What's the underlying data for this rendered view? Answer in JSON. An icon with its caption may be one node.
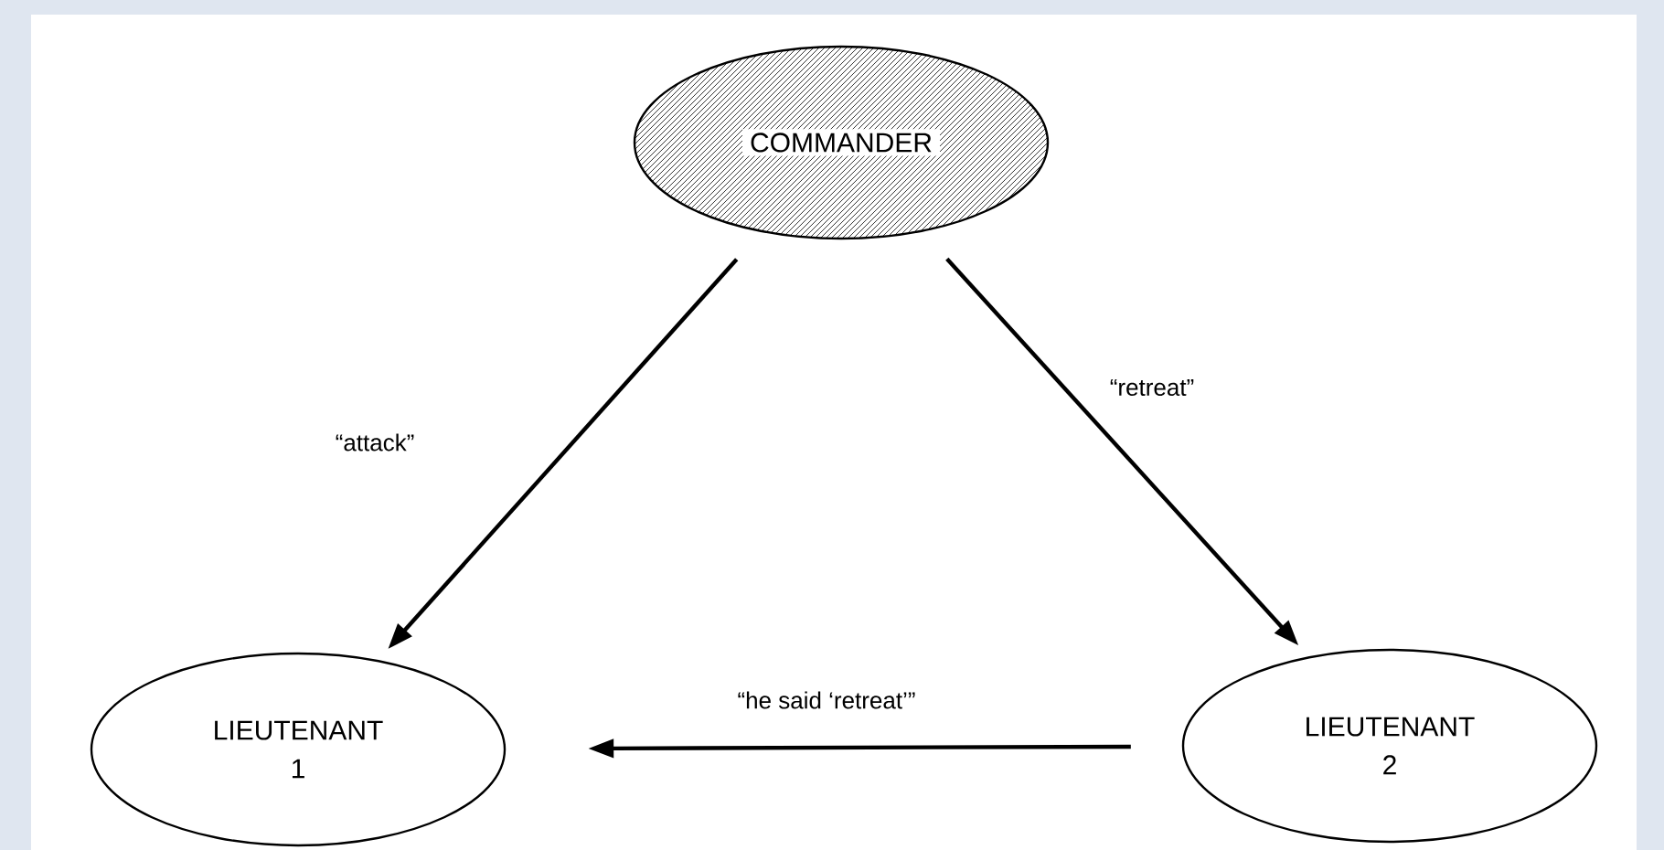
{
  "diagram": {
    "nodes": [
      {
        "text": [
          "COMMANDER"
        ]
      },
      {
        "text": [
          "LIEUTENANT 1"
        ]
      },
      {
        "text": [
          "LIEUTENANT 2"
        ]
      }
    ],
    "edges": [
      {
        "from": 0,
        "to": 1,
        "arrow": "to",
        "label": "“attack”"
      },
      {
        "from": 0,
        "to": 2,
        "arrow": "to",
        "label": "“retreat”"
      },
      {
        "from": 2,
        "to": 1,
        "arrow": "to",
        "label": "“he said ‘retreat’”"
      }
    ]
  }
}
